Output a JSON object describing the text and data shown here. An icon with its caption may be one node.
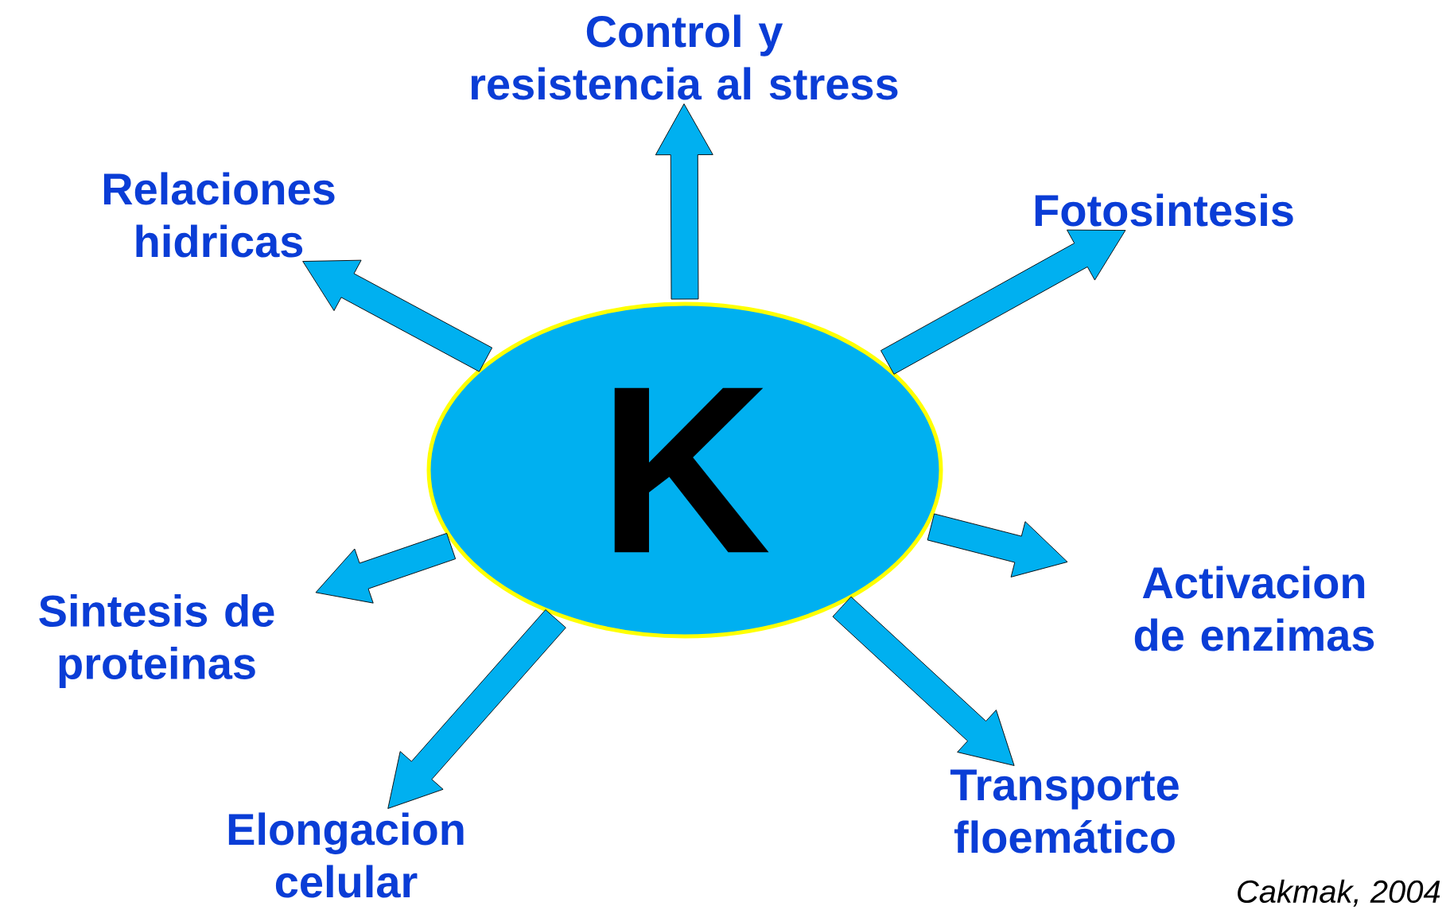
{
  "diagram": {
    "nodes": [
      {
        "text": [
          "K"
        ]
      },
      {
        "text": [
          "Control y resistencia al stress"
        ]
      },
      {
        "text": [
          "Fotosintesis"
        ]
      },
      {
        "text": [
          "Activacion de enzimas"
        ]
      },
      {
        "text": [
          "Transporte floemático"
        ]
      },
      {
        "text": [
          "Elongacion celular"
        ]
      },
      {
        "text": [
          "Sintesis de proteinas"
        ]
      },
      {
        "text": [
          "Relaciones hidricas"
        ]
      }
    ],
    "edges": [
      {
        "from": 0,
        "to": 1,
        "arrow": "to"
      },
      {
        "from": 0,
        "to": 2,
        "arrow": "to"
      },
      {
        "from": 0,
        "to": 3,
        "arrow": "to"
      },
      {
        "from": 0,
        "to": 4,
        "arrow": "to"
      },
      {
        "from": 0,
        "to": 5,
        "arrow": "to"
      },
      {
        "from": 0,
        "to": 6,
        "arrow": "to"
      },
      {
        "from": 0,
        "to": 7,
        "arrow": "to"
      }
    ],
    "labels": [
      "Cakmak, 2004"
    ]
  }
}
